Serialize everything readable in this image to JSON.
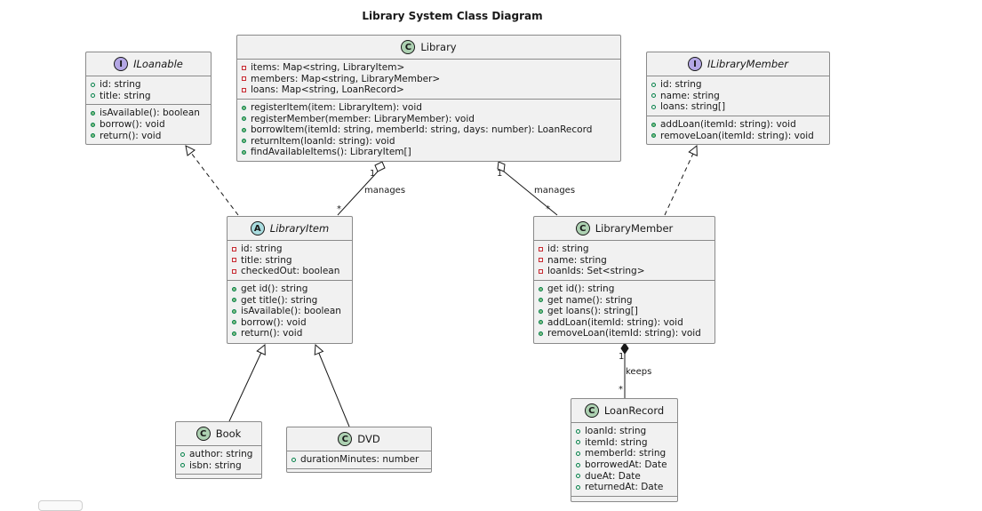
{
  "title": "Library System Class Diagram",
  "classes": {
    "library": {
      "name": "Library",
      "kind": "class",
      "badge": "C",
      "attributes": [
        "items: Map<string, LibraryItem>",
        "members: Map<string, LibraryMember>",
        "loans: Map<string, LoanRecord>"
      ],
      "methods": [
        "registerItem(item: LibraryItem): void",
        "registerMember(member: LibraryMember): void",
        "borrowItem(itemId: string, memberId: string, days: number): LoanRecord",
        "returnItem(loanId: string): void",
        "findAvailableItems(): LibraryItem[]"
      ]
    },
    "iloanable": {
      "name": "ILoanable",
      "kind": "interface",
      "badge": "I",
      "attributes": [
        "id: string",
        "title: string"
      ],
      "methods": [
        "isAvailable(): boolean",
        "borrow(): void",
        "return(): void"
      ]
    },
    "ilibrarymember": {
      "name": "ILibraryMember",
      "kind": "interface",
      "badge": "I",
      "attributes": [
        "id: string",
        "name: string",
        "loans: string[]"
      ],
      "methods": [
        "addLoan(itemId: string): void",
        "removeLoan(itemId: string): void"
      ]
    },
    "libraryitem": {
      "name": "LibraryItem",
      "kind": "abstract",
      "badge": "A",
      "attributes": [
        "id: string",
        "title: string",
        "checkedOut: boolean"
      ],
      "methods": [
        "get id(): string",
        "get title(): string",
        "isAvailable(): boolean",
        "borrow(): void",
        "return(): void"
      ]
    },
    "librarymember": {
      "name": "LibraryMember",
      "kind": "class",
      "badge": "C",
      "attributes": [
        "id: string",
        "name: string",
        "loanIds: Set<string>"
      ],
      "methods": [
        "get id(): string",
        "get name(): string",
        "get loans(): string[]",
        "addLoan(itemId: string): void",
        "removeLoan(itemId: string): void"
      ]
    },
    "book": {
      "name": "Book",
      "kind": "class",
      "badge": "C",
      "attributes": [
        "author: string",
        "isbn: string"
      ],
      "methods": []
    },
    "dvd": {
      "name": "DVD",
      "kind": "class",
      "badge": "C",
      "attributes": [
        "durationMinutes: number"
      ],
      "methods": []
    },
    "loanrecord": {
      "name": "LoanRecord",
      "kind": "class",
      "badge": "C",
      "attributes": [
        "loanId: string",
        "itemId: string",
        "memberId: string",
        "borrowedAt: Date",
        "dueAt: Date",
        "returnedAt: Date"
      ],
      "methods": []
    }
  },
  "relations": {
    "manages_items": {
      "label": "manages",
      "from_mult": "1",
      "to_mult": "*"
    },
    "manages_members": {
      "label": "manages",
      "from_mult": "1",
      "to_mult": "*"
    },
    "keeps": {
      "label": "keeps",
      "from_mult": "1",
      "to_mult": "*"
    }
  },
  "colors": {
    "class_fill": "#f1f1f1",
    "border": "#8a8a8a",
    "badge_class": "#add1b2",
    "badge_interface": "#b4a7e5",
    "badge_abstract": "#a9dcdf",
    "private_marker": "#c82930",
    "public_marker": "#038048"
  }
}
